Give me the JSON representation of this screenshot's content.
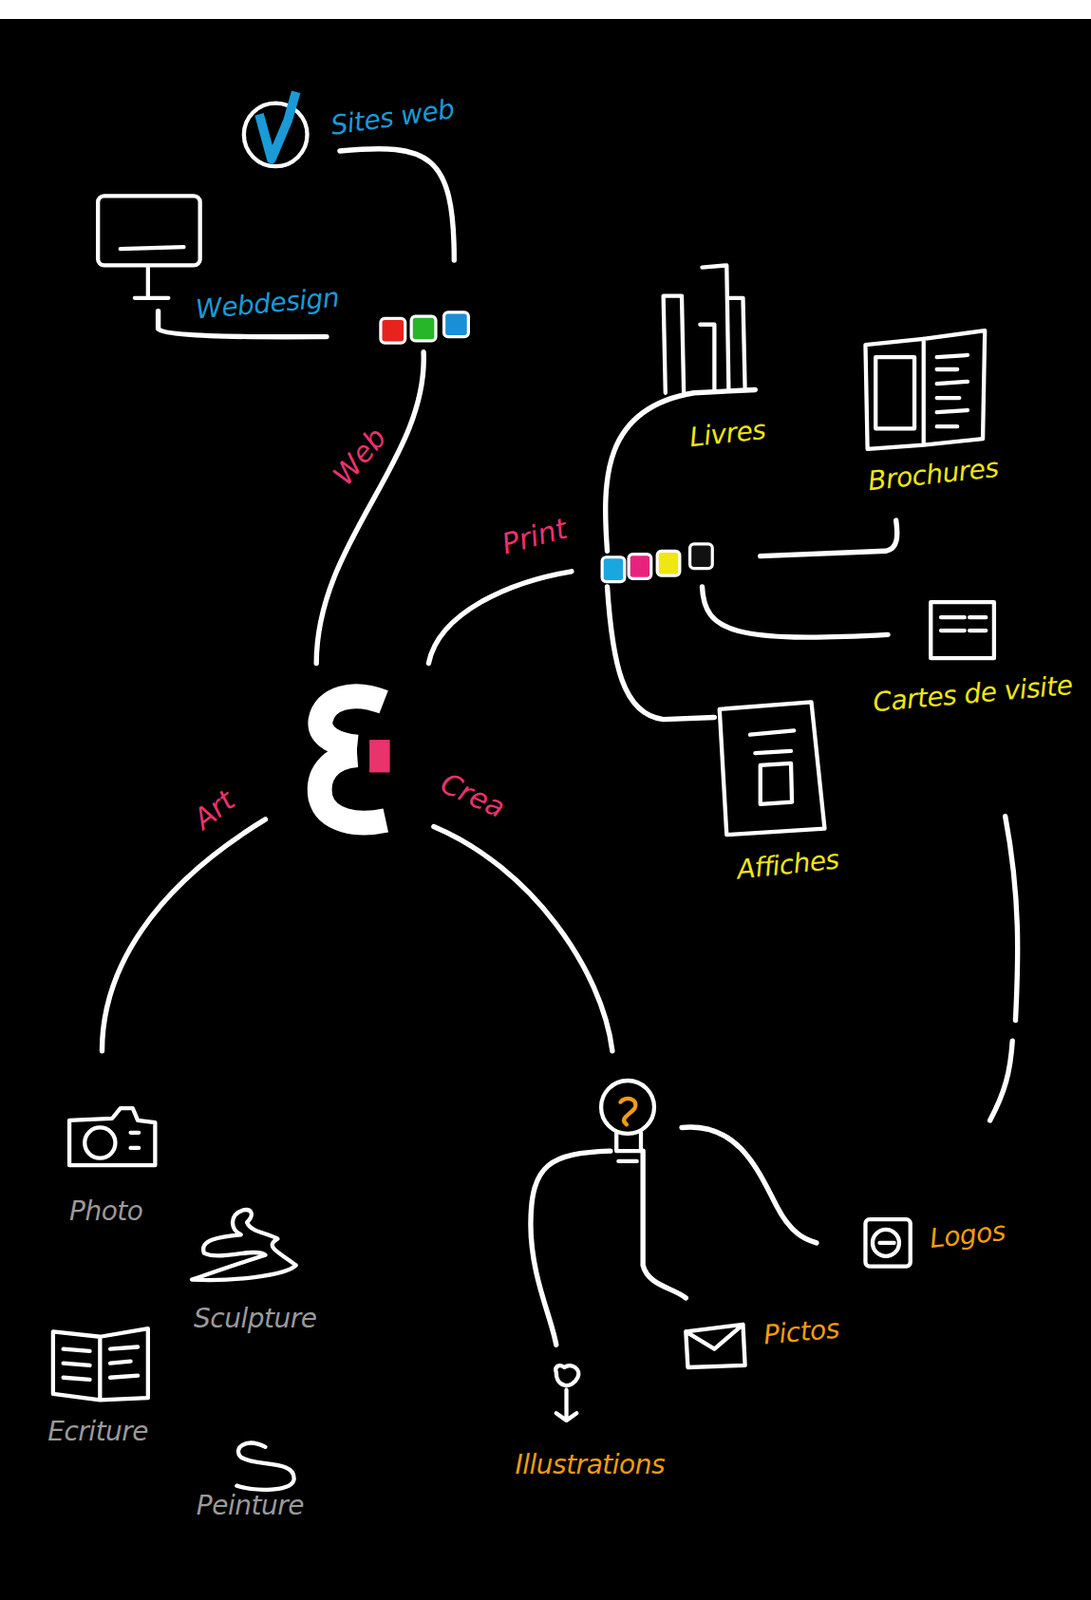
{
  "diagram": {
    "nodes": [
      {
        "text": [
          "Sites web"
        ]
      },
      {
        "text": [
          "Webdesign"
        ]
      },
      {
        "text": [
          "Livres"
        ]
      },
      {
        "text": [
          "Brochures"
        ]
      },
      {
        "text": [
          "Cartes de visite"
        ]
      },
      {
        "text": [
          "Affiches"
        ]
      },
      {
        "text": [
          "Photo"
        ]
      },
      {
        "text": [
          "Sculpture"
        ]
      },
      {
        "text": [
          "Ecriture"
        ]
      },
      {
        "text": [
          "Peinture"
        ]
      },
      {
        "text": [
          "Logos"
        ]
      },
      {
        "text": [
          "Pictos"
        ]
      },
      {
        "text": [
          "Illustrations"
        ]
      }
    ],
    "labels": [
      "Web",
      "Print",
      "Art",
      "Crea"
    ]
  }
}
